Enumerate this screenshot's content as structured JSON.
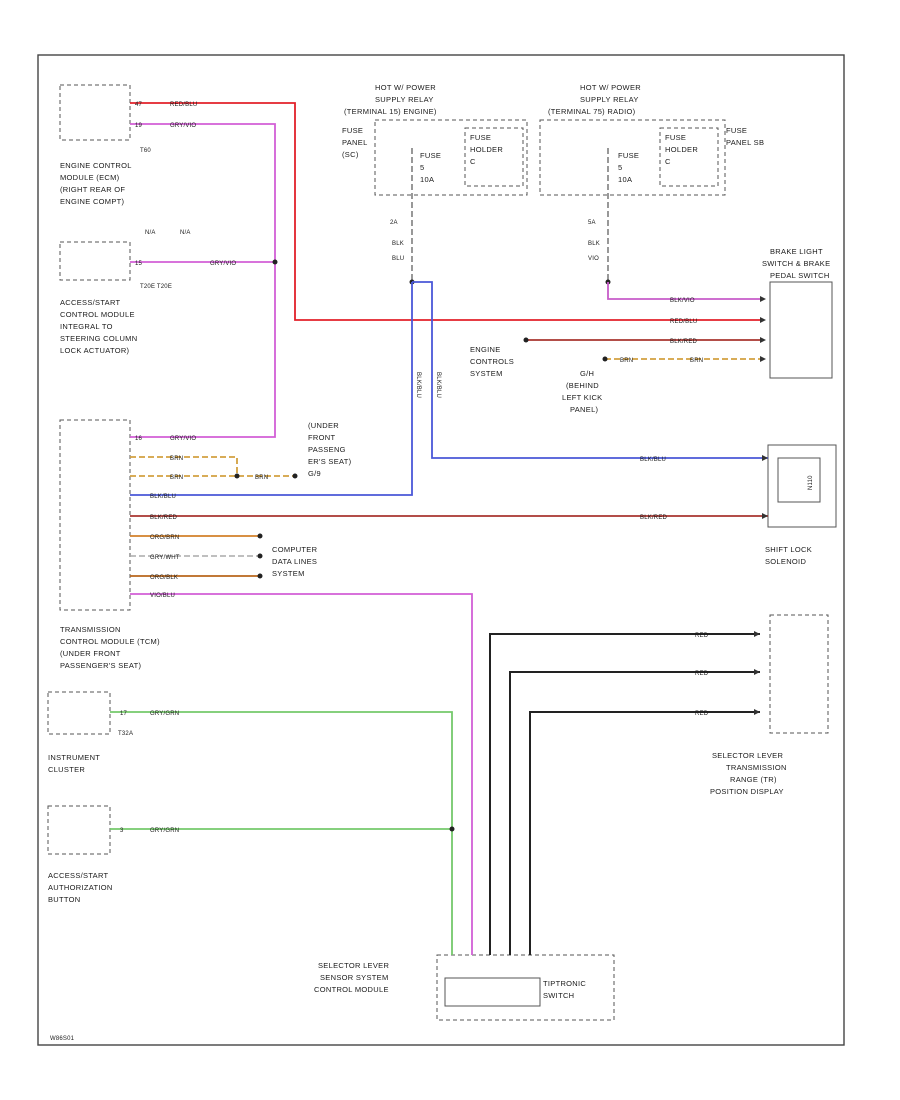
{
  "colors": {
    "red": "#e2202a",
    "violet": "#d25fd6",
    "blue": "#4a58d8",
    "brown_red": "#a8352f",
    "green": "#75c96b",
    "black": "#222222",
    "yellow_brown": "#d2a040",
    "violet_light": "#c75cc9"
  },
  "components": {
    "ecm": {
      "label": [
        "ENGINE CONTROL",
        "MODULE (ECM)",
        "(RIGHT REAR OF",
        "ENGINE COMPT)"
      ],
      "conn": "T60"
    },
    "accessory_start": {
      "label": [
        "ACCESS/START",
        "CONTROL MODULE",
        "INTEGRAL TO",
        "STEERING COLUMN",
        "LOCK ACTUATOR)"
      ],
      "conn": "T20E  T20E",
      "na1": "N/A",
      "na2": "N/A"
    },
    "tcm": {
      "label": [
        "TRANSMISSION",
        "CONTROL MODULE (TCM)",
        "(UNDER FRONT",
        "PASSENGER'S SEAT)"
      ]
    },
    "instrument_cluster": {
      "label": [
        "INSTRUMENT",
        "CLUSTER"
      ],
      "conn": "T32A"
    },
    "auth_button": {
      "label": [
        "ACCESS/START",
        "AUTHORIZATION",
        "BUTTON"
      ]
    },
    "relay_left": {
      "title": [
        "HOT W/ POWER",
        "SUPPLY RELAY",
        "(TERMINAL 15) ENGINE)"
      ],
      "fuse_panel": [
        "FUSE",
        "PANEL",
        "(SC)"
      ],
      "fuse": [
        "FUSE",
        "5",
        "10A"
      ],
      "holder": [
        "FUSE",
        "HOLDER",
        "C"
      ]
    },
    "relay_right": {
      "title": [
        "HOT W/ POWER",
        "SUPPLY RELAY",
        "(TERMINAL 75) RADIO)"
      ],
      "fuse_panel": [
        "FUSE",
        "PANEL SB"
      ],
      "fuse": [
        "FUSE",
        "5",
        "10A"
      ],
      "holder": [
        "FUSE",
        "HOLDER",
        "C"
      ]
    },
    "brake_switch": {
      "label": [
        "BRAKE LIGHT",
        "SWITCH & BRAKE",
        "PEDAL SWITCH"
      ]
    },
    "engine_controls": {
      "label": [
        "ENGINE",
        "CONTROLS",
        "SYSTEM"
      ]
    },
    "ground": {
      "label": [
        "G/H",
        "(BEHIND",
        "LEFT KICK",
        "PANEL)"
      ]
    },
    "under_seat": {
      "label": [
        "(UNDER",
        "FRONT",
        "PASSENG",
        "ER'S SEAT)",
        "G/9"
      ]
    },
    "shift_lock": {
      "label": [
        "SHIFT LOCK",
        "SOLENOID"
      ],
      "inner": "N110"
    },
    "computer_data": {
      "label": [
        "COMPUTER",
        "DATA LINES",
        "SYSTEM"
      ]
    },
    "selector_display": {
      "label": [
        "SELECTOR LEVER",
        "TRANSMISSION",
        "RANGE (TR)",
        "POSITION DISPLAY"
      ]
    },
    "selector_sensor": {
      "label": [
        "SELECTOR LEVER",
        "SENSOR SYSTEM",
        "CONTROL MODULE"
      ],
      "tiptronic": [
        "TIPTRONIC",
        "SWITCH"
      ]
    }
  },
  "wires": {
    "ecm_red": "RED/BLU",
    "ecm_violet": "GRY/VIO",
    "acc_gry": "GRY/VIO",
    "tcm_gry": "GRY/VIO",
    "tcm_brn1": "BRN",
    "tcm_brn2": "BRN",
    "tcm_brn_gnd": "BRN",
    "tcm_blu": "BLK/BLU",
    "tcm_brn_red": "BLK/RED",
    "tcm_org1": "ORG/BRN",
    "tcm_gry_wht": "GRY/WHT",
    "tcm_org2": "ORG/BLK",
    "tcm_vio": "VIO/BLU",
    "left_blk": "BLK\nBLU",
    "right_blk": "BLK\nVIO",
    "brake_vio": "BLK/VIO",
    "brake_red": "RED/BLU",
    "brake_blk": "BLK/RED",
    "brake_brn": "BRN",
    "ground_brn": "BRN",
    "shift_blu": "BLK/BLU",
    "shift_red": "BLK/RED",
    "disp1": "RED",
    "disp2": "RED",
    "disp3": "RED",
    "ic_grn": "GRY/GRN",
    "ab_grn": "GRY/GRN",
    "vert_blu1": "BLK/BLU",
    "vert_blu2": "BLK/BLU"
  },
  "pins": {
    "ecm1": "47",
    "ecm2": "19",
    "acc": "15",
    "tcm1": "16",
    "ic": "17",
    "ab": "3",
    "left_pin": "2A",
    "right_pin": "5A"
  },
  "footer": "W86S01"
}
